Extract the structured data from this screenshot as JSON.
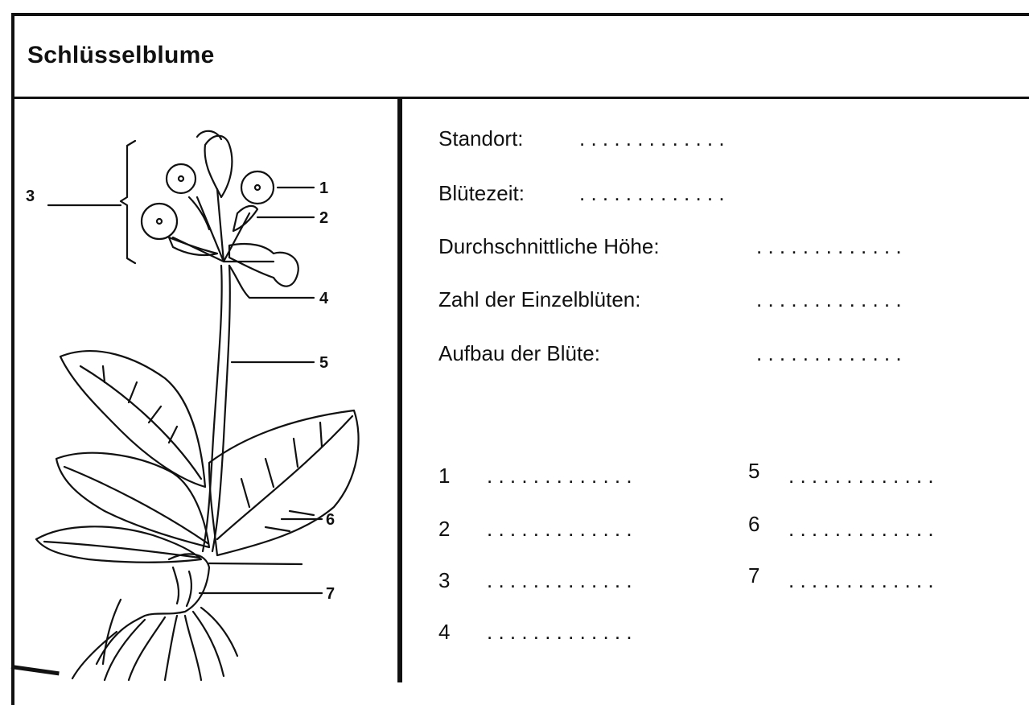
{
  "title": "Schlüsselblume",
  "questions": {
    "standort": "Standort:",
    "bluetezeit": "Blütezeit:",
    "hoehe": "Durchschnittliche Höhe:",
    "einzelblueten": "Zahl der Einzelblüten:",
    "aufbau": "Aufbau der Blüte:"
  },
  "diagram_labels": [
    "1",
    "2",
    "3",
    "4",
    "5",
    "6",
    "7"
  ],
  "answer_numbers": [
    "1",
    "2",
    "3",
    "4",
    "5",
    "6",
    "7"
  ],
  "dot_fill": ". . . . . . . . . . . . ."
}
